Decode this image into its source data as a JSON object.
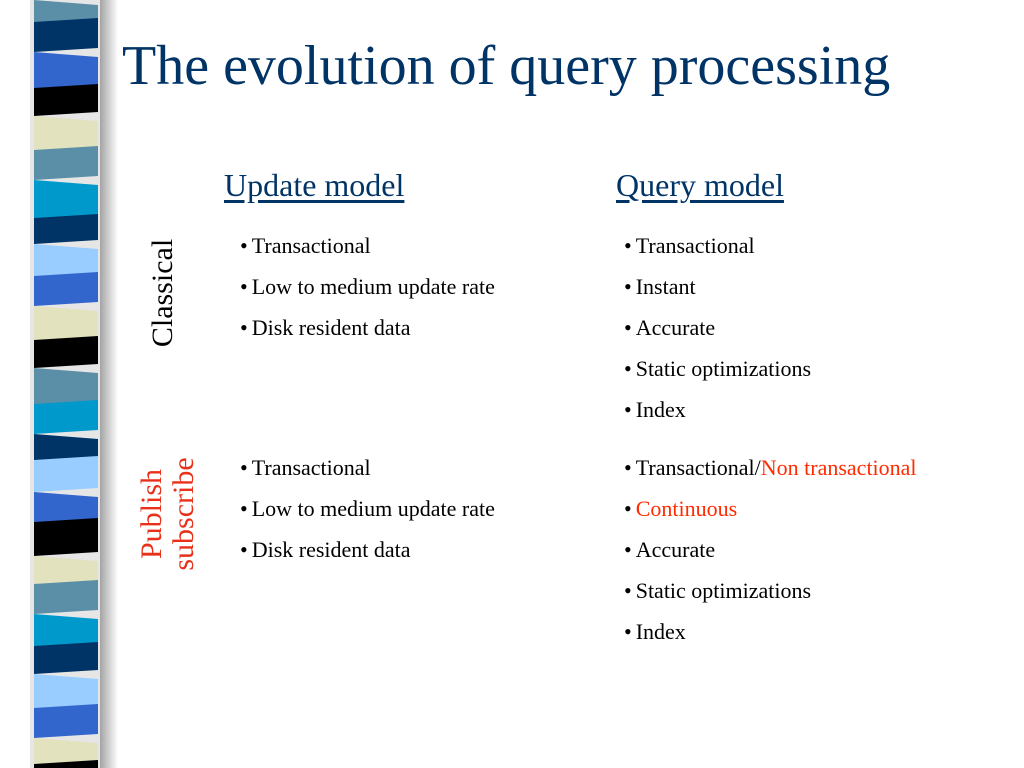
{
  "slide": {
    "title": "The evolution of query processing",
    "column_headers": {
      "update": "Update model",
      "query": "Query model"
    },
    "rows": {
      "classical": {
        "label": "Classical",
        "update_items": [
          "Transactional",
          "Low to medium update rate",
          "Disk resident data"
        ],
        "query_items": [
          "Transactional",
          "Instant",
          "Accurate",
          "Static optimizations",
          "Index"
        ]
      },
      "pubsub": {
        "label_line1": "Publish",
        "label_line2": "subscribe",
        "update_items": [
          "Transactional",
          "Low to medium update rate",
          "Disk resident data"
        ],
        "query_items": {
          "q0_prefix": "Transactional/",
          "q0_highlight": "Non transactional",
          "q1": "Continuous",
          "q2": "Accurate",
          "q3": "Static optimizations",
          "q4": "Index"
        }
      }
    },
    "bullet": "•"
  },
  "colors": {
    "title": "#003366",
    "highlight": "#ff2a00",
    "pubsub_label": "#e8301a",
    "stripe_palette": [
      "#5b8fa8",
      "#003366",
      "#3366cc",
      "#000000",
      "#e2e2bf",
      "#0099cc",
      "#99ccff"
    ]
  }
}
